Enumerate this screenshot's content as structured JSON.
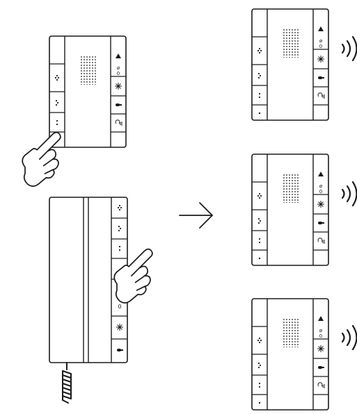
{
  "unit_buttons_left": [
    "·:·",
    "·:·",
    ":",
    "·"
  ],
  "unit_buttons_right": [
    "▲",
    "ø",
    "0",
    "✳",
    "⚲",
    "◔"
  ],
  "handset_buttons": [
    "·:·",
    "·:·",
    ":",
    "·",
    "0",
    "✳",
    "⚲"
  ],
  "icons": {
    "arrow": "right-arrow-icon",
    "hand": "pointing-hand-icon",
    "signal": "ringing-signal-icon",
    "cable": "coiled-cord-icon"
  },
  "receivers_count": 3,
  "colors": {
    "line": "#1a1a1a",
    "background": "#ffffff"
  }
}
